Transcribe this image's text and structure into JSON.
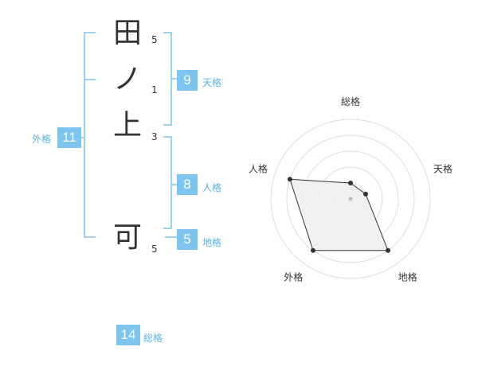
{
  "name": {
    "chars": [
      {
        "char": "田",
        "strokes": "5"
      },
      {
        "char": "ノ",
        "strokes": "1"
      },
      {
        "char": "上",
        "strokes": "3"
      },
      {
        "char": "可",
        "strokes": "5"
      }
    ]
  },
  "kakusu": {
    "tenkaku": {
      "value": "9",
      "label": "天格"
    },
    "jinkaku": {
      "value": "8",
      "label": "人格"
    },
    "chikaku": {
      "value": "5",
      "label": "地格"
    },
    "gaikaku": {
      "value": "11",
      "label": "外格"
    },
    "soukaku": {
      "value": "14",
      "label": "総格"
    }
  },
  "colors": {
    "accent": "#7dc4ee",
    "bracket": "#7dc4ee",
    "radar_fill": "#eeeeee",
    "radar_grid": "#dddddd",
    "radar_line": "#333333"
  },
  "chart_data": {
    "type": "radar",
    "axes": [
      "総格",
      "天格",
      "地格",
      "外格",
      "人格"
    ],
    "values": [
      1,
      1,
      4,
      4,
      4
    ],
    "max": 5
  }
}
